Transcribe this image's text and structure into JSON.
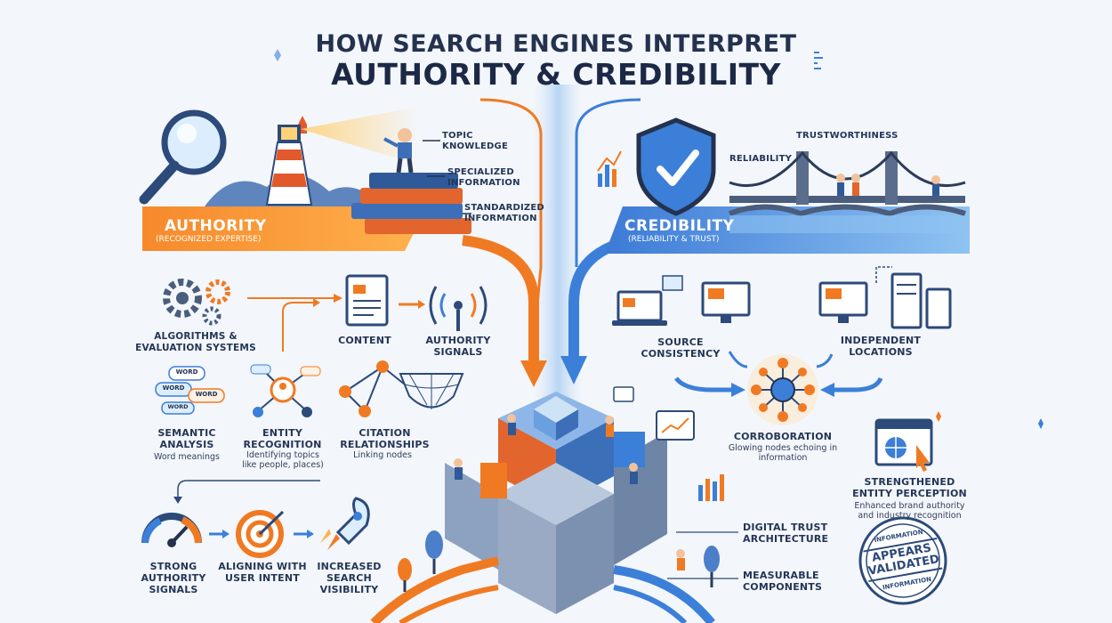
{
  "title": {
    "line1": "HOW SEARCH ENGINES INTERPRET",
    "line2": "AUTHORITY & CREDIBILITY"
  },
  "authority": {
    "label": "AUTHORITY",
    "sublabel": "(RECOGNIZED EXPERTISE)",
    "levels": [
      "TOPIC KNOWLEDGE",
      "SPECIALIZED INFORMATION",
      "STANDARDIZED INFORMATION"
    ]
  },
  "credibility": {
    "label": "CREDIBILITY",
    "sublabel": "(RELIABILITY & TRUST)",
    "trustworthiness": "TRUSTWORTHINESS",
    "reliability": "RELIABILITY"
  },
  "left_flow": {
    "algorithms": "ALGORITHMS & EVALUATION SYSTEMS",
    "content": "CONTENT",
    "authority_signals": "AUTHORITY SIGNALS",
    "word_tags": [
      "WORD",
      "WORD",
      "WORD",
      "WORD"
    ],
    "semantic": {
      "title": "SEMANTIC ANALYSIS",
      "desc": "Word meanings"
    },
    "entity": {
      "title": "ENTITY RECOGNITION",
      "desc": "Identifying topics like people, places)"
    },
    "citation": {
      "title": "CITATION RELATIONSHIPS",
      "desc": "Linking nodes"
    },
    "strong_signals": "STRONG AUTHORITY SIGNALS",
    "user_intent": "ALIGNING WITH USER INTENT",
    "visibility": "INCREASED SEARCH VISIBILITY"
  },
  "right_flow": {
    "source_consistency": "SOURCE CONSISTENCY",
    "independent_locations": "INDEPENDENT LOCATIONS",
    "corroboration": {
      "title": "CORROBORATION",
      "desc": "Glowing nodes echoing in information"
    },
    "entity_perception": {
      "title": "STRENGTHENED ENTITY PERCEPTION",
      "desc": "Enhanced brand authority and industry recognition"
    },
    "digital_trust": "DIGITAL TRUST ARCHITECTURE",
    "measurable": "MEASURABLE COMPONENTS",
    "stamp": {
      "top": "INFORMATION",
      "main": "APPEARS VALIDATED",
      "bottom": "INFORMATION"
    }
  },
  "colors": {
    "orange": "#f07a22",
    "blue": "#3b7fd9",
    "navy": "#24324f"
  }
}
